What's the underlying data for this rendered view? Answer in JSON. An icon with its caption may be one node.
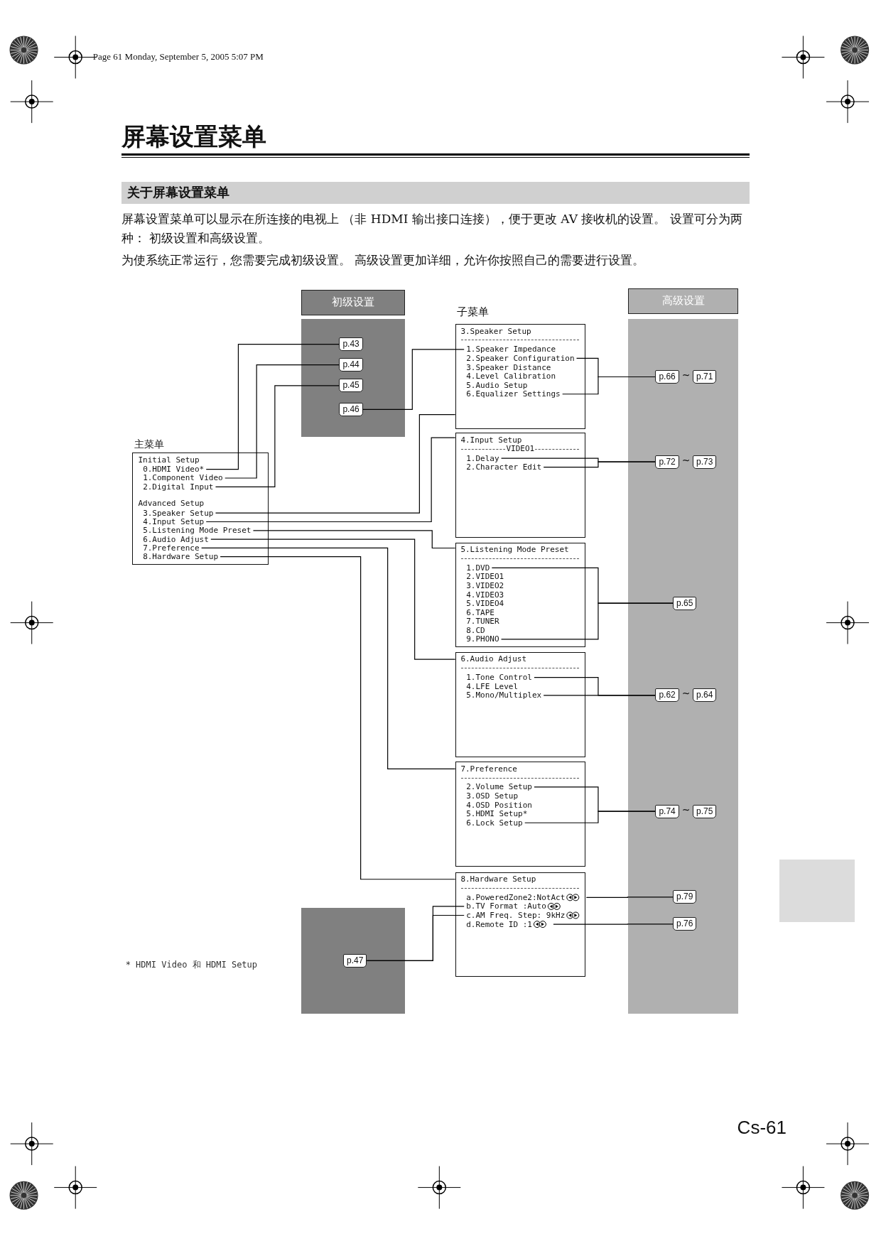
{
  "diagram": {
    "title": "屏幕设置菜单",
    "nodes": [
      {
        "text": [
          "主菜单",
          "Initial Setup",
          "Advanced Setup"
        ]
      },
      {
        "text": [
          "0.HDMI Video*"
        ],
        "in": 0
      },
      {
        "text": [
          "1.Component Video"
        ],
        "in": 0
      },
      {
        "text": [
          "2.Digital Input"
        ],
        "in": 0
      },
      {
        "text": [
          "3.Speaker Setup"
        ],
        "in": 0
      },
      {
        "text": [
          "4.Input Setup"
        ],
        "in": 0
      },
      {
        "text": [
          "5.Listening Mode Preset"
        ],
        "in": 0
      },
      {
        "text": [
          "6.Audio Adjust"
        ],
        "in": 0
      },
      {
        "text": [
          "7.Preference"
        ],
        "in": 0
      },
      {
        "text": [
          "8.Hardware Setup"
        ],
        "in": 0
      },
      {
        "text": [
          "初级设置"
        ]
      },
      {
        "text": [],
        "shape": "box"
      },
      {
        "text": [
          "p.43"
        ],
        "in": 11
      },
      {
        "text": [
          "p.44"
        ],
        "in": 11
      },
      {
        "text": [
          "p.45"
        ],
        "in": 11
      },
      {
        "text": [
          "p.46"
        ],
        "in": 11
      },
      {
        "text": [],
        "shape": "box"
      },
      {
        "text": [
          "p.47"
        ],
        "in": 16
      },
      {
        "text": [
          "3.Speaker Setup"
        ]
      },
      {
        "text": [
          "1.Speaker Impedance"
        ],
        "in": 18
      },
      {
        "text": [
          "2.Speaker Configuration"
        ],
        "in": 18
      },
      {
        "text": [
          "3.Speaker Distance"
        ],
        "in": 18
      },
      {
        "text": [
          "4.Level Calibration"
        ],
        "in": 18
      },
      {
        "text": [
          "5.Audio Setup"
        ],
        "in": 18
      },
      {
        "text": [
          "6.Equalizer Settings"
        ],
        "in": 18
      },
      {
        "text": [
          "4.Input Setup",
          "VIDEO1"
        ]
      },
      {
        "text": [
          "1.Delay"
        ],
        "in": 25
      },
      {
        "text": [
          "2.Character Edit"
        ],
        "in": 25
      },
      {
        "text": [
          "5.Listening Mode Preset"
        ]
      },
      {
        "text": [
          "1.DVD"
        ],
        "in": 28
      },
      {
        "text": [
          "2.VIDEO1"
        ],
        "in": 28
      },
      {
        "text": [
          "3.VIDEO2"
        ],
        "in": 28
      },
      {
        "text": [
          "4.VIDEO3"
        ],
        "in": 28
      },
      {
        "text": [
          "5.VIDEO4"
        ],
        "in": 28
      },
      {
        "text": [
          "6.TAPE"
        ],
        "in": 28
      },
      {
        "text": [
          "7.TUNER"
        ],
        "in": 28
      },
      {
        "text": [
          "8.CD"
        ],
        "in": 28
      },
      {
        "text": [
          "9.PHONO"
        ],
        "in": 28
      },
      {
        "text": [
          "6.Audio Adjust"
        ]
      },
      {
        "text": [
          "1.Tone Control"
        ],
        "in": 38
      },
      {
        "text": [
          "4.LFE Level"
        ],
        "in": 38
      },
      {
        "text": [
          "5.Mono/Multiplex"
        ],
        "in": 38
      },
      {
        "text": [
          "7.Preference"
        ]
      },
      {
        "text": [
          "2.Volume Setup"
        ],
        "in": 42
      },
      {
        "text": [
          "3.OSD Setup"
        ],
        "in": 42
      },
      {
        "text": [
          "4.OSD Position"
        ],
        "in": 42
      },
      {
        "text": [
          "5.HDMI Setup*"
        ],
        "in": 42
      },
      {
        "text": [
          "6.Lock Setup"
        ],
        "in": 42
      },
      {
        "text": [
          "8.Hardware Setup"
        ]
      },
      {
        "text": [
          "a.PoweredZone2:NotAct"
        ],
        "in": 48
      },
      {
        "text": [
          "b.TV Format :Auto"
        ],
        "in": 48
      },
      {
        "text": [
          "c.AM Freq. Step: 9kHz"
        ],
        "in": 48
      },
      {
        "text": [
          "d.Remote ID :1"
        ],
        "in": 48
      },
      {
        "text": [
          "高级设置"
        ]
      },
      {
        "text": [],
        "shape": "box"
      },
      {
        "text": [
          "p.66"
        ],
        "beside": [
          "~"
        ],
        "in": 54
      },
      {
        "text": [
          "p.71"
        ],
        "in": 54
      },
      {
        "text": [
          "p.72"
        ],
        "beside": [
          "~"
        ],
        "in": 54
      },
      {
        "text": [
          "p.73"
        ],
        "in": 54
      },
      {
        "text": [
          "p.65"
        ],
        "in": 54
      },
      {
        "text": [
          "p.62"
        ],
        "beside": [
          "~"
        ],
        "in": 54
      },
      {
        "text": [
          "p.64"
        ],
        "in": 54
      },
      {
        "text": [
          "p.74"
        ],
        "beside": [
          "~"
        ],
        "in": 54
      },
      {
        "text": [
          "p.75"
        ],
        "in": 54
      },
      {
        "text": [
          "p.79"
        ],
        "in": 54
      },
      {
        "text": [
          "p.76"
        ],
        "in": 54
      },
      {
        "text": [],
        "shape": "box"
      }
    ],
    "edges": [
      {
        "from": 1,
        "to": 12,
        "arrow": "none"
      },
      {
        "from": 2,
        "to": 13,
        "arrow": "none"
      },
      {
        "from": 3,
        "to": 14,
        "arrow": "none"
      },
      {
        "from": 15,
        "to": 19,
        "arrow": "none"
      },
      {
        "from": 4,
        "to": 18,
        "arrow": "none"
      },
      {
        "from": 5,
        "to": 25,
        "arrow": "none"
      },
      {
        "from": 6,
        "to": 28,
        "arrow": "none"
      },
      {
        "from": 7,
        "to": 38,
        "arrow": "none"
      },
      {
        "from": 8,
        "to": 42,
        "arrow": "none"
      },
      {
        "from": 9,
        "to": 48,
        "arrow": "none"
      },
      {
        "from": 20,
        "to": 55,
        "arrow": "none"
      },
      {
        "from": 24,
        "to": 55,
        "arrow": "none"
      },
      {
        "from": 26,
        "to": 57,
        "arrow": "none"
      },
      {
        "from": 27,
        "to": 57,
        "arrow": "none"
      },
      {
        "from": 29,
        "to": 59,
        "arrow": "none"
      },
      {
        "from": 37,
        "to": 59,
        "arrow": "none"
      },
      {
        "from": 39,
        "to": 60,
        "arrow": "none"
      },
      {
        "from": 41,
        "to": 60,
        "arrow": "none"
      },
      {
        "from": 43,
        "to": 62,
        "arrow": "none"
      },
      {
        "from": 47,
        "to": 62,
        "arrow": "none"
      },
      {
        "from": 49,
        "to": 64,
        "arrow": "none"
      },
      {
        "from": 52,
        "to": 65,
        "arrow": "none"
      },
      {
        "from": 50,
        "to": 17,
        "arrow": "none"
      },
      {
        "from": 51,
        "to": 17,
        "arrow": "none"
      }
    ],
    "labels": [
      "Page 61 Monday, September 5, 2005 5:07 PM",
      "关于屏幕设置菜单",
      "屏幕设置菜单可以显示在所连接的电视上 （非 HDMI 输出接口连接），便于更改 AV 接收机的设置。 设置可分为两种： 初级设置和高级设置。",
      "为使系统正常运行，您需要完成初级设置。 高级设置更加详细，允许你按照自己的需要进行设置。",
      "子菜单",
      "* HDMI Video 和 HDMI Setup",
      "Cs-61"
    ]
  }
}
